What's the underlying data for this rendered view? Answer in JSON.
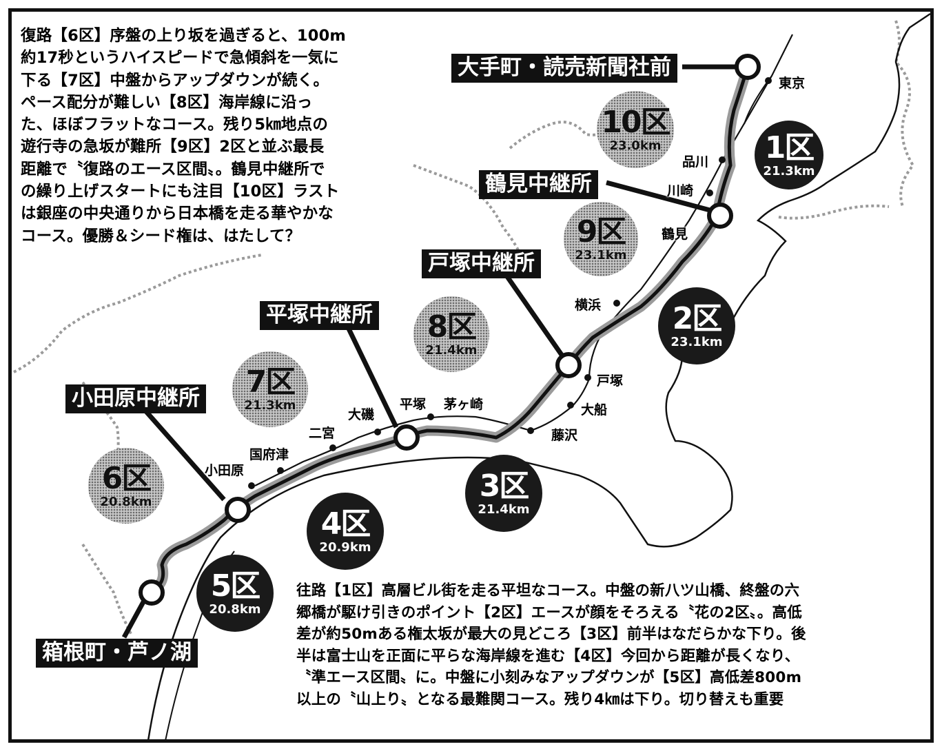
{
  "return_course": {
    "lines": [
      "復路【6区】序盤の上り坂を過ぎると、100m",
      "約17秒というハイスピードで急傾斜を一気に",
      "下る【7区】中盤からアップダウンが続く。",
      "ペース配分が難しい【8区】海岸線に沿っ",
      "た、ほぼフラットなコース。残り5㎞地点の",
      "遊行寺の急坂が難所【9区】2区と並ぶ最長",
      "距離で〝復路のエース区間〟。鶴見中継所で",
      "の繰り上げスタートにも注目【10区】ラスト",
      "は銀座の中央通りから日本橋を走る華やかな",
      "コース。優勝＆シード権は、はたして？"
    ]
  },
  "outbound_course": {
    "lines": [
      "往路【1区】高層ビル街を走る平坦なコース。中盤の新八ツ山橋、終盤の六",
      "郷橋が駆け引きのポイント【2区】エースが顔をそろえる〝花の2区〟。高低",
      "差が約50mある権太坂が最大の見どころ【3区】前半はなだらかな下り。後",
      "半は富士山を正面に平らな海岸線を進む【4区】今回から距離が長くなり、",
      "〝準エース区間〟に。中盤に小刻みなアップダウンが【5区】高低差800m",
      "以上の〝山上り〟となる最難関コース。残り4㎞は下り。切り替えも重要"
    ]
  },
  "relay_points": {
    "otemachi": "大手町・読売新聞社前",
    "tsurumi": "鶴見中継所",
    "totsuka": "戸塚中継所",
    "hiratsuka": "平塚中継所",
    "odawara": "小田原中継所",
    "hakone": "箱根町・芦ノ湖"
  },
  "stations": {
    "tokyo": "東京",
    "shinagawa": "品川",
    "kawasaki": "川崎",
    "tsurumi": "鶴見",
    "yokohama": "横浜",
    "totsuka": "戸塚",
    "ofuna": "大船",
    "fujisawa": "藤沢",
    "chigasaki": "茅ヶ崎",
    "hiratsuka": "平塚",
    "oiso": "大磯",
    "ninomiya": "二宮",
    "kozu": "国府津",
    "odawara": "小田原"
  },
  "sections": {
    "s1": {
      "label": "1区",
      "distance": "21.3km",
      "style": "dark"
    },
    "s2": {
      "label": "2区",
      "distance": "23.1km",
      "style": "dark"
    },
    "s3": {
      "label": "3区",
      "distance": "21.4km",
      "style": "dark"
    },
    "s4": {
      "label": "4区",
      "distance": "20.9km",
      "style": "dark"
    },
    "s5": {
      "label": "5区",
      "distance": "20.8km",
      "style": "dark"
    },
    "s6": {
      "label": "6区",
      "distance": "20.8km",
      "style": "light"
    },
    "s7": {
      "label": "7区",
      "distance": "21.3km",
      "style": "light"
    },
    "s8": {
      "label": "8区",
      "distance": "21.4km",
      "style": "light"
    },
    "s9": {
      "label": "9区",
      "distance": "23.1km",
      "style": "light"
    },
    "s10": {
      "label": "10区",
      "distance": "23.0km",
      "style": "light"
    }
  }
}
